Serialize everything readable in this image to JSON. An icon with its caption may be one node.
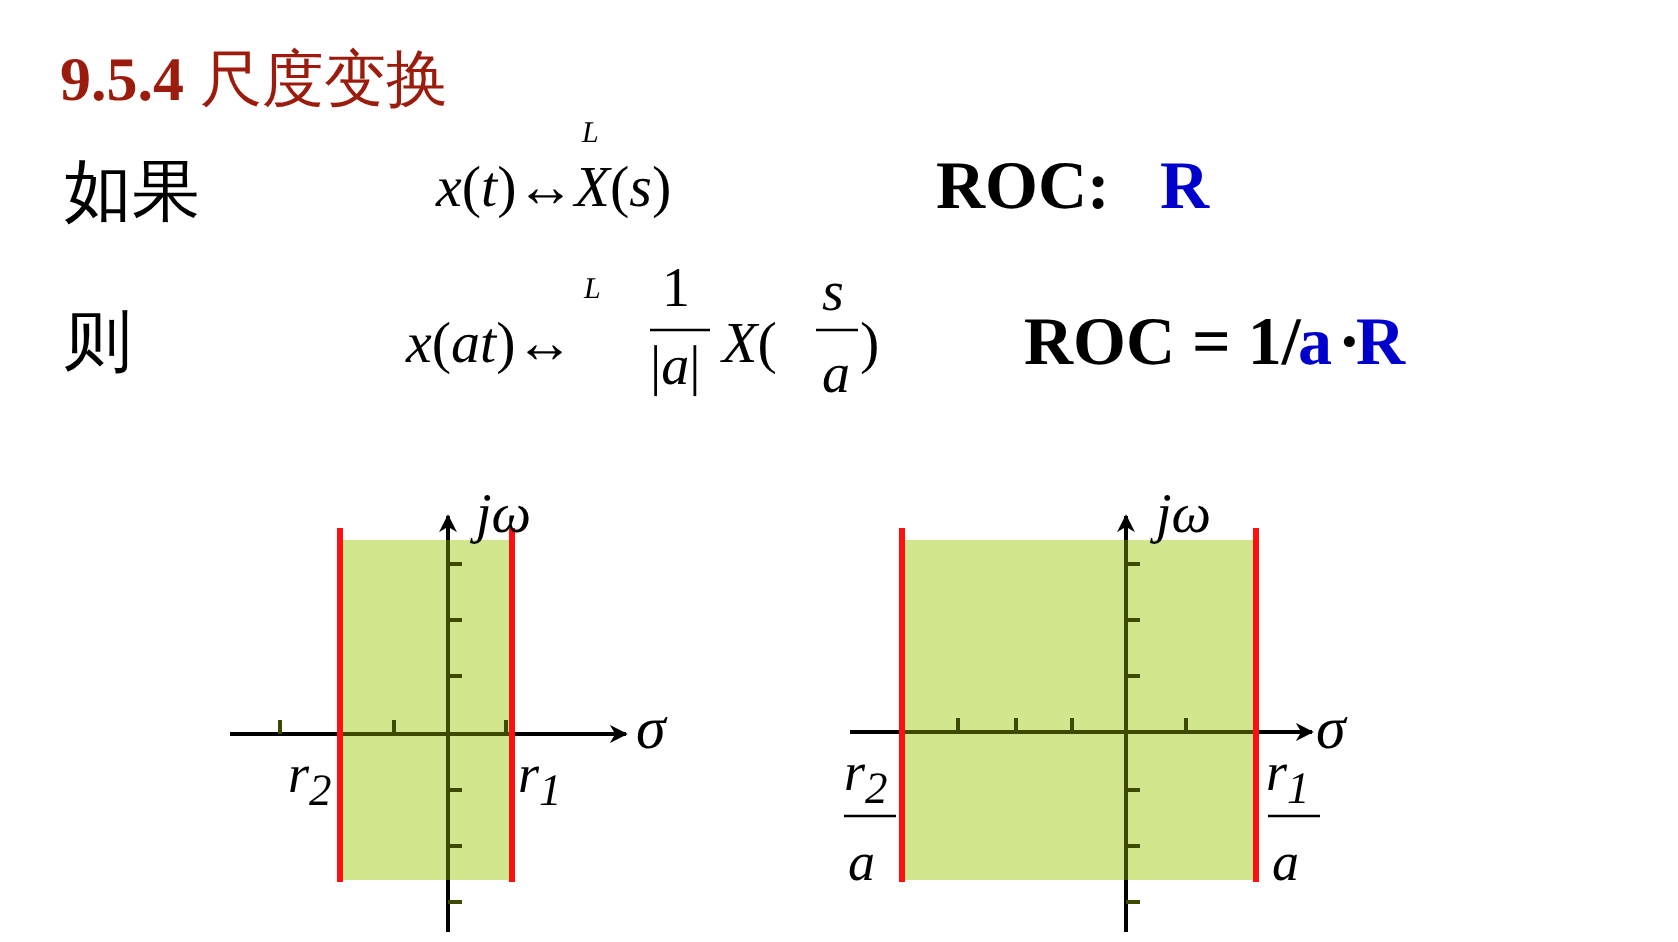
{
  "diagram": {
    "title": "**9.5.4** 尺度变换",
    "labels": [
      "如果",
      "L",
      "*x*(*t*)↔*X*(*s*)",
      "ROC:",
      "R",
      "则",
      "L",
      "*x*(*at*)↔",
      "1",
      "|*a*|",
      "*X*(",
      "s",
      "a",
      ")",
      "ROC = 1/",
      "a",
      "·",
      "R",
      "jω",
      "σ",
      "r$_{2}$",
      "r$_{1}$",
      "jω",
      "σ",
      "r$_{2}$",
      "a",
      "r$_{1}$",
      "a"
    ]
  }
}
